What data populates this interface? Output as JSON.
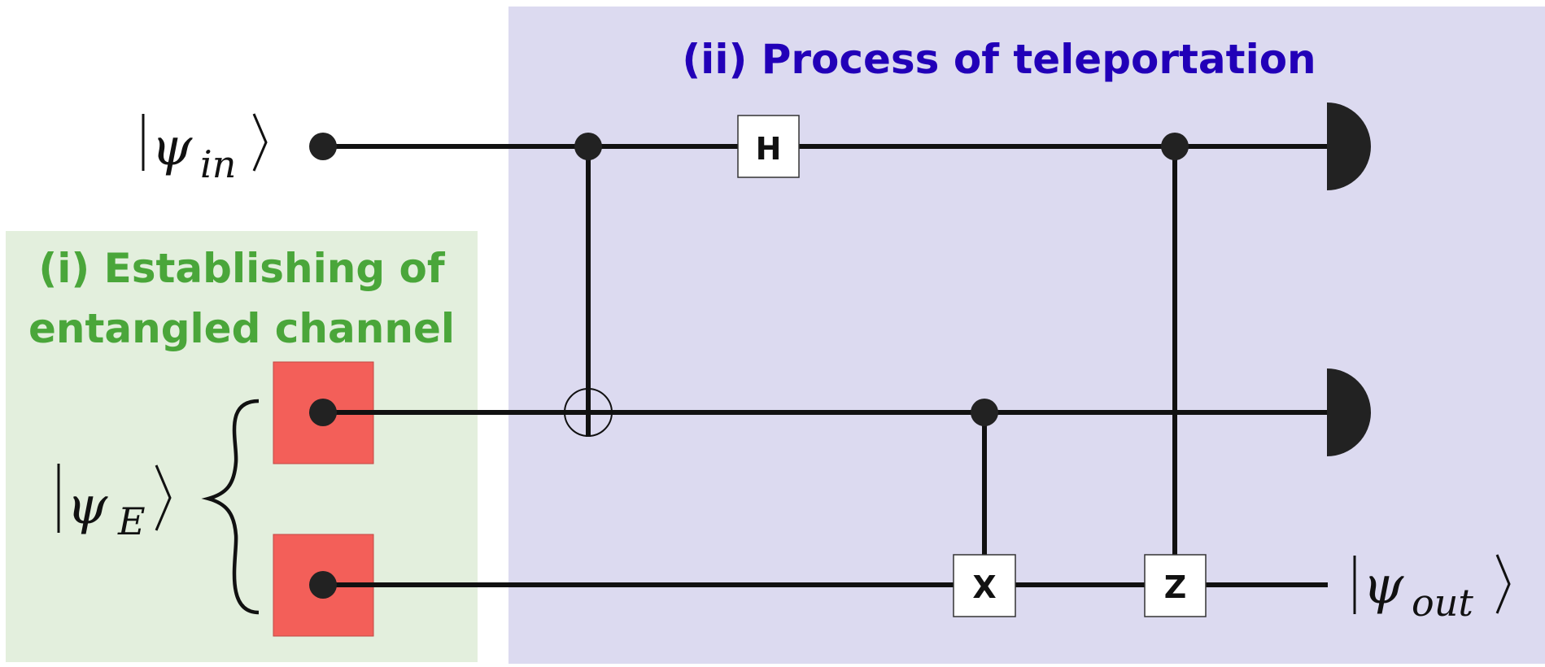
{
  "colors": {
    "wire": "#111111",
    "dot": "#222222",
    "stage_i_bg": "#e3efdd",
    "stage_i_text": "#4aa63a",
    "stage_ii_bg": "#dcdaf0",
    "stage_ii_text": "#2200b8",
    "source_box": "#f35f59",
    "gate_fill": "#ffffff",
    "detector": "#222222"
  },
  "stage_i": {
    "line1": "(i) Establishing of",
    "line2": "entangled channel"
  },
  "stage_ii": {
    "title": "(ii) Process of teleportation"
  },
  "states": {
    "input": {
      "psi": "ψ",
      "sub": "in"
    },
    "entangled": {
      "psi": "ψ",
      "sub": "E"
    },
    "output": {
      "psi": "ψ",
      "sub": "out"
    }
  },
  "gates": {
    "hadamard": "H",
    "pauli_x": "X",
    "pauli_z": "Z"
  }
}
